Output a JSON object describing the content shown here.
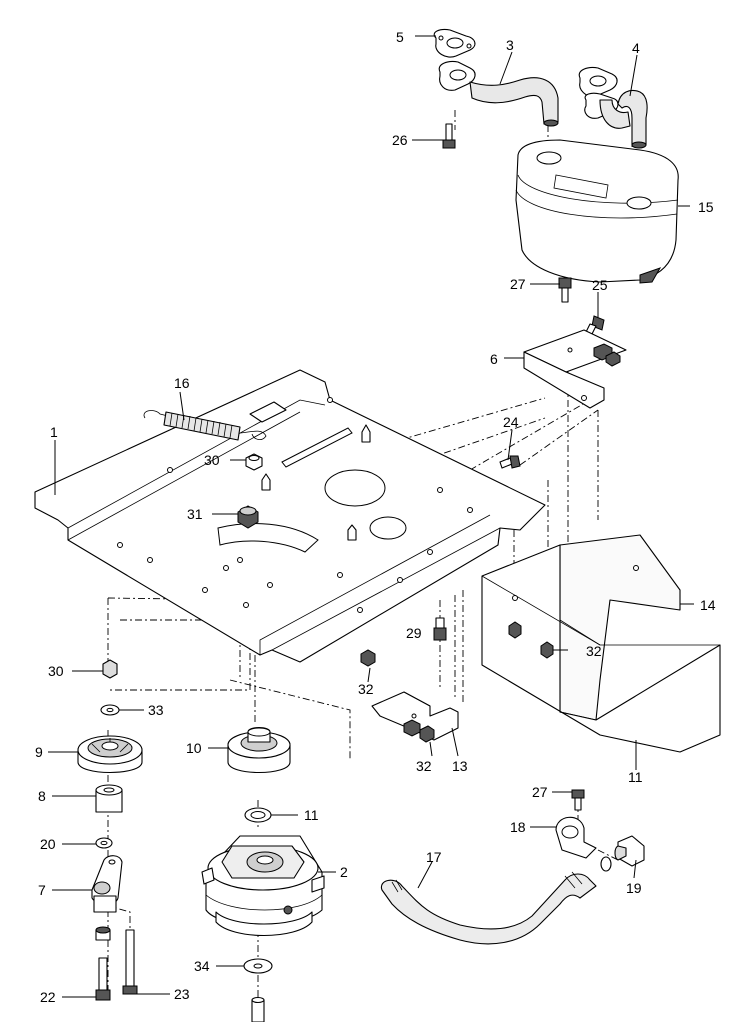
{
  "diagram": {
    "callouts": [
      {
        "id": "c1",
        "label": "1"
      },
      {
        "id": "c2",
        "label": "2"
      },
      {
        "id": "c3",
        "label": "3"
      },
      {
        "id": "c4",
        "label": "4"
      },
      {
        "id": "c5",
        "label": "5"
      },
      {
        "id": "c6",
        "label": "6"
      },
      {
        "id": "c7",
        "label": "7"
      },
      {
        "id": "c8",
        "label": "8"
      },
      {
        "id": "c9",
        "label": "9"
      },
      {
        "id": "c10",
        "label": "10"
      },
      {
        "id": "c11a",
        "label": "11"
      },
      {
        "id": "c11b",
        "label": "11"
      },
      {
        "id": "c13",
        "label": "13"
      },
      {
        "id": "c14",
        "label": "14"
      },
      {
        "id": "c15",
        "label": "15"
      },
      {
        "id": "c16",
        "label": "16"
      },
      {
        "id": "c17",
        "label": "17"
      },
      {
        "id": "c18",
        "label": "18"
      },
      {
        "id": "c19",
        "label": "19"
      },
      {
        "id": "c20",
        "label": "20"
      },
      {
        "id": "c22",
        "label": "22"
      },
      {
        "id": "c23",
        "label": "23"
      },
      {
        "id": "c24",
        "label": "24"
      },
      {
        "id": "c25",
        "label": "25"
      },
      {
        "id": "c26",
        "label": "26"
      },
      {
        "id": "c27a",
        "label": "27"
      },
      {
        "id": "c27b",
        "label": "27"
      },
      {
        "id": "c29",
        "label": "29"
      },
      {
        "id": "c30a",
        "label": "30"
      },
      {
        "id": "c30b",
        "label": "30"
      },
      {
        "id": "c31",
        "label": "31"
      },
      {
        "id": "c32a",
        "label": "32"
      },
      {
        "id": "c32b",
        "label": "32"
      },
      {
        "id": "c32c",
        "label": "32"
      },
      {
        "id": "c33",
        "label": "33"
      },
      {
        "id": "c34",
        "label": "34"
      }
    ]
  }
}
